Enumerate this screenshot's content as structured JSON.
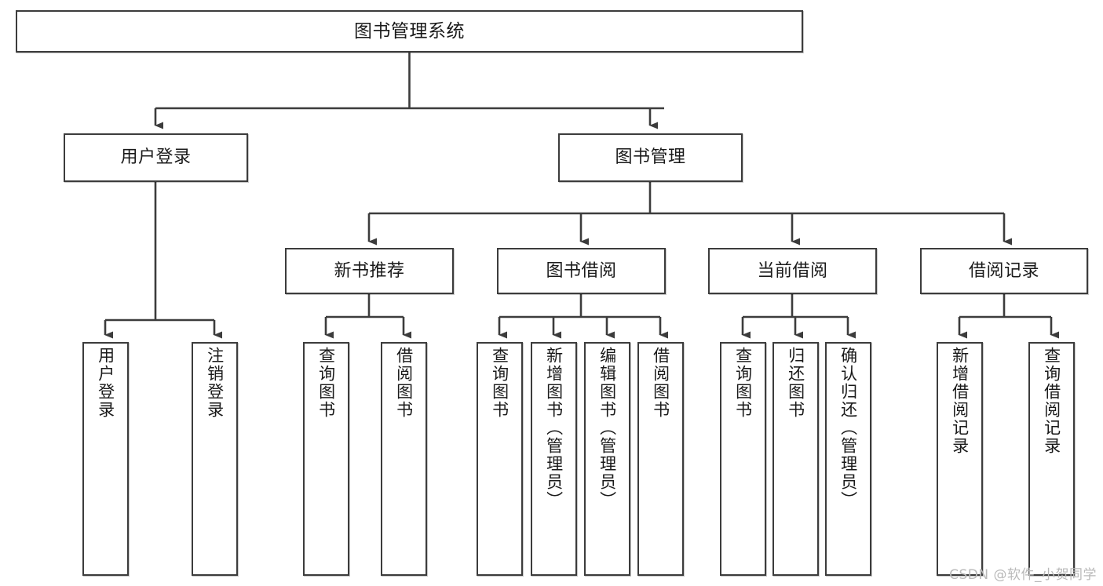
{
  "diagram": {
    "type": "tree-hierarchy",
    "title": "图书管理系统",
    "orientation": "top-down",
    "colors": {
      "stroke": "#3c3c3c",
      "fill": "#ffffff",
      "text": "#1a1a1a",
      "watermark": "#b9b9b9"
    },
    "nodes": {
      "root": {
        "label": "图书管理系统"
      },
      "level2": [
        {
          "id": "user-login",
          "label": "用户登录"
        },
        {
          "id": "book-manage",
          "label": "图书管理"
        }
      ],
      "level3": [
        {
          "id": "new-book-recommend",
          "label": "新书推荐"
        },
        {
          "id": "book-borrow",
          "label": "图书借阅"
        },
        {
          "id": "current-borrow",
          "label": "当前借阅"
        },
        {
          "id": "borrow-record",
          "label": "借阅记录"
        }
      ],
      "leaves": {
        "user_login": [
          {
            "id": "leaf-user-login",
            "label": "用户登录"
          },
          {
            "id": "leaf-logout",
            "label": "注销登录"
          }
        ],
        "new_book_recommend": [
          {
            "id": "leaf-query-book-1",
            "label": "查询图书"
          },
          {
            "id": "leaf-borrow-book-1",
            "label": "借阅图书"
          }
        ],
        "book_borrow": [
          {
            "id": "leaf-query-book-2",
            "label": "查询图书"
          },
          {
            "id": "leaf-add-book",
            "label": "新增图书（管理员）"
          },
          {
            "id": "leaf-edit-book",
            "label": "编辑图书（管理员）"
          },
          {
            "id": "leaf-borrow-book-2",
            "label": "借阅图书"
          }
        ],
        "current_borrow": [
          {
            "id": "leaf-query-book-3",
            "label": "查询图书"
          },
          {
            "id": "leaf-return-book",
            "label": "归还图书"
          },
          {
            "id": "leaf-confirm-return",
            "label": "确认归还（管理员）"
          }
        ],
        "borrow_record": [
          {
            "id": "leaf-add-record",
            "label": "新增借阅记录"
          },
          {
            "id": "leaf-query-record",
            "label": "查询借阅记录"
          }
        ]
      }
    }
  },
  "watermark": {
    "text": "CSDN @软件_小贺同学"
  }
}
